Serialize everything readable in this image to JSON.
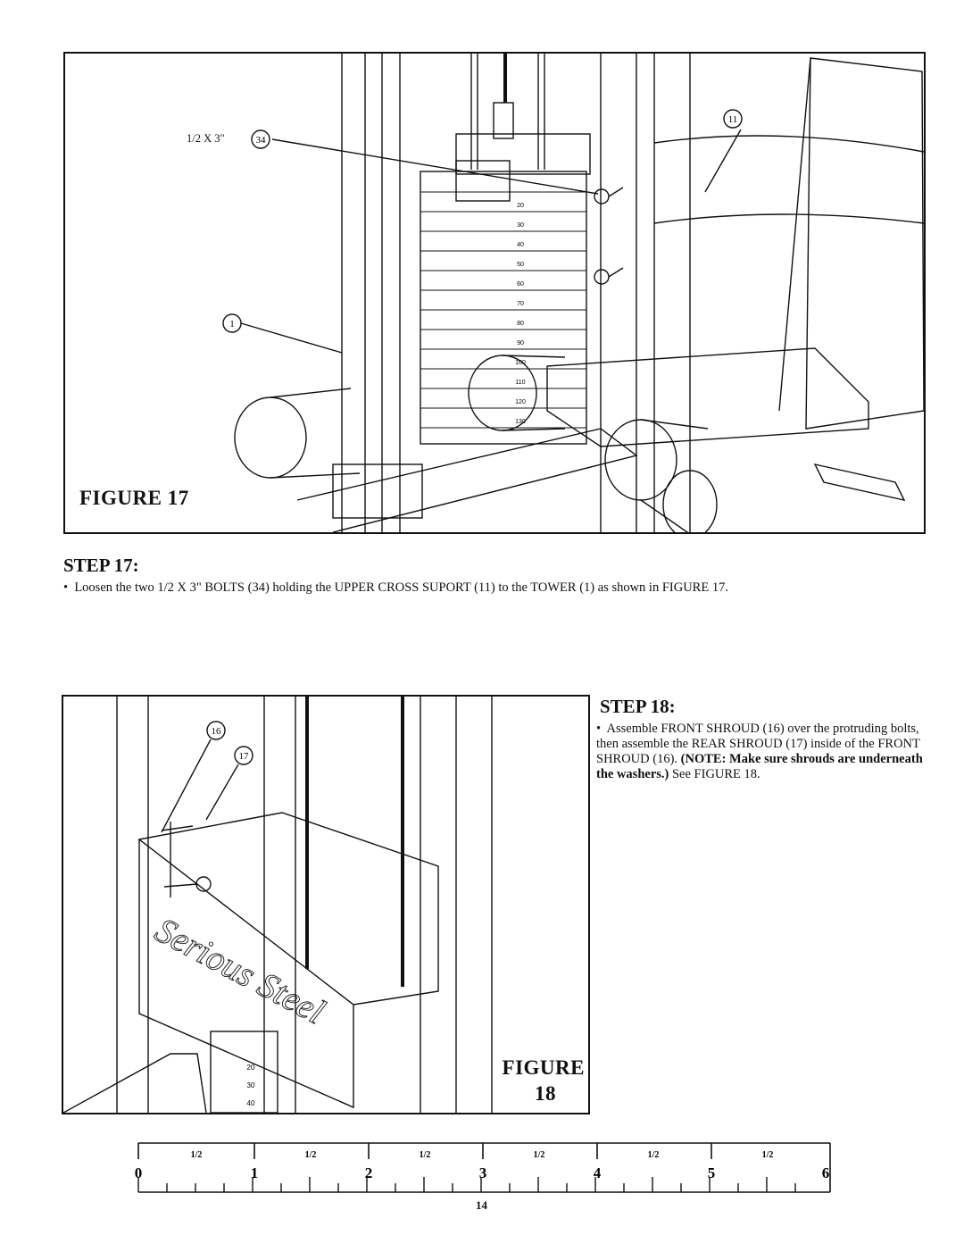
{
  "figure17": {
    "label": "FIGURE 17",
    "bolt_callout": "1/2 X 3\"",
    "balloons": [
      "34",
      "11",
      "1"
    ],
    "weight_plates": [
      "20",
      "30",
      "40",
      "50",
      "60",
      "70",
      "80",
      "90",
      "100",
      "110",
      "120",
      "130"
    ]
  },
  "step17": {
    "title": "STEP 17:",
    "bullet": "•",
    "text": "Loosen the two 1/2 X 3\" BOLTS (34) holding the UPPER CROSS SUPORT (11) to the TOWER (1) as shown in FIGURE 17."
  },
  "figure18": {
    "label_line1": "FIGURE",
    "label_line2": "18",
    "balloons": [
      "16",
      "17"
    ],
    "shroud_logo": "Serious Steel",
    "weight_plates": [
      "20",
      "30",
      "40"
    ]
  },
  "step18": {
    "title": "STEP 18:",
    "bullet": "•",
    "text_plain": "Assemble FRONT SHROUD (16) over the protruding bolts, then assemble the REAR SHROUD (17) inside of the FRONT SHROUD (16).",
    "text_bold": "(NOTE: Make sure shrouds are underneath the washers.)",
    "text_tail": "See FIGURE 18."
  },
  "ruler": {
    "numbers": [
      "0",
      "1",
      "2",
      "3",
      "4",
      "5",
      "6"
    ],
    "half_labels": [
      "1/2",
      "1/2",
      "1/2",
      "1/2",
      "1/2",
      "1/2"
    ]
  },
  "page_number": "14"
}
